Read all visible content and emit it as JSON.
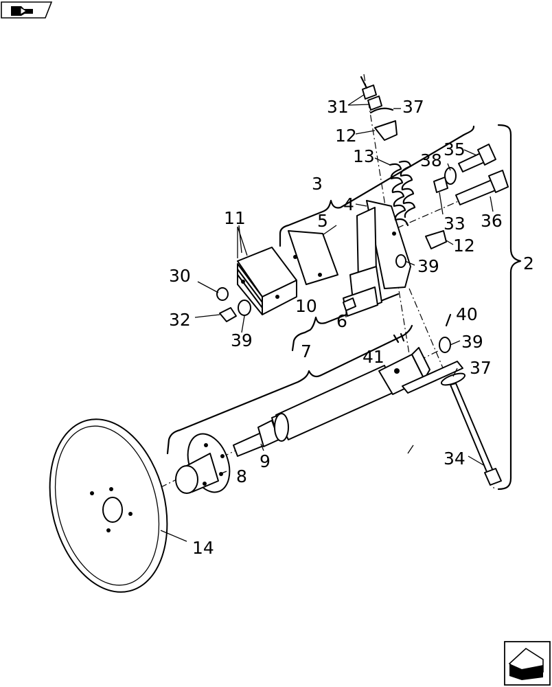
{
  "callouts": [
    {
      "id": "c31",
      "text": "31"
    },
    {
      "id": "c37a",
      "text": "37"
    },
    {
      "id": "c12a",
      "text": "12"
    },
    {
      "id": "c13",
      "text": "13"
    },
    {
      "id": "c35",
      "text": "35"
    },
    {
      "id": "c38",
      "text": "38"
    },
    {
      "id": "c3",
      "text": "3"
    },
    {
      "id": "c4a",
      "text": "4"
    },
    {
      "id": "c11",
      "text": "11"
    },
    {
      "id": "c5",
      "text": "5"
    },
    {
      "id": "c33",
      "text": "33"
    },
    {
      "id": "c36",
      "text": "36"
    },
    {
      "id": "c12b",
      "text": "12"
    },
    {
      "id": "c2",
      "text": "2"
    },
    {
      "id": "c30",
      "text": "30"
    },
    {
      "id": "c39a",
      "text": "39"
    },
    {
      "id": "c10",
      "text": "10"
    },
    {
      "id": "c32",
      "text": "32"
    },
    {
      "id": "c6",
      "text": "6"
    },
    {
      "id": "c40",
      "text": "40"
    },
    {
      "id": "c39b",
      "text": "39"
    },
    {
      "id": "c39c",
      "text": "39"
    },
    {
      "id": "c7",
      "text": "7"
    },
    {
      "id": "c41",
      "text": "41"
    },
    {
      "id": "c37b",
      "text": "37"
    },
    {
      "id": "c9",
      "text": "9"
    },
    {
      "id": "c8",
      "text": "8"
    },
    {
      "id": "c34",
      "text": "34"
    },
    {
      "id": "c14",
      "text": "14"
    }
  ],
  "nav": {
    "top_icon": "previous-page-arrow-icon",
    "bottom_icon": "next-page-arrow-icon"
  }
}
